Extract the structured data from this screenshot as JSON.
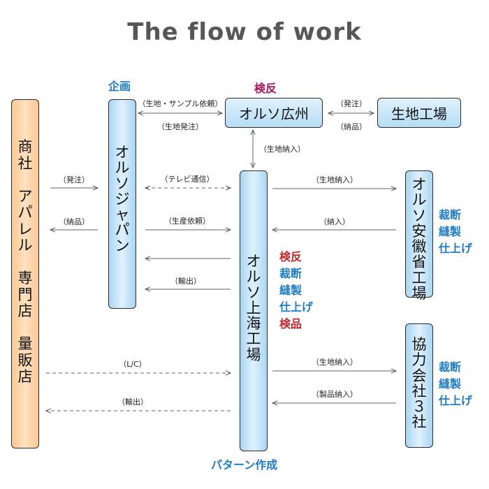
{
  "title": "The flow of work",
  "headers": {
    "planning": "企画",
    "inspection": "検反",
    "pattern": "パターン作成"
  },
  "colors": {
    "planning": "#1f7cc2",
    "inspection": "#a4135b",
    "pattern": "#1f7cc2",
    "task_red": "#c0282e",
    "task_blue": "#1f7cc2"
  },
  "boxes": {
    "left": [
      "商",
      "社",
      "",
      "ア",
      "パ",
      "レ",
      "ル",
      "",
      "専",
      "門",
      "店",
      "",
      "量",
      "販",
      "店"
    ],
    "japan": [
      "オ",
      "ル",
      "ソ",
      "ジ",
      "ャ",
      "パ",
      "ン"
    ],
    "guangzhou": "オルソ広州",
    "fabric_factory": "生地工場",
    "shanghai": [
      "オ",
      "ル",
      "ソ",
      "上",
      "海",
      "工",
      "場"
    ],
    "anhui": [
      "オ",
      "ル",
      "ソ",
      "安",
      "徽",
      "省",
      "工",
      "場"
    ],
    "partners": [
      "協",
      "力",
      "会",
      "社",
      "３",
      "社"
    ]
  },
  "labels": {
    "fabric_sample_request": "（生地・サンプル依頼）",
    "fabric_order": "（生地発注）",
    "order_gz": "（発注）",
    "delivery_gz": "（納品）",
    "fabric_delivery_gz": "（生地納入）",
    "left_order": "（発注）",
    "left_delivery": "（納品）",
    "tv_call": "（テレビ通信）",
    "production_request": "（生産依頼）",
    "export_sh": "（輸出）",
    "lc": "（L/C）",
    "export_long": "（輸出）",
    "fabric_delivery_anhui": "（生地納入）",
    "delivery_anhui": "（納入）",
    "fabric_delivery_partners": "（生地納入）",
    "product_delivery": "（製品納入）"
  },
  "tasks": {
    "shanghai": [
      "検反",
      "裁断",
      "縫製",
      "仕上げ",
      "検品"
    ],
    "anhui": [
      "裁断",
      "縫製",
      "仕上げ"
    ],
    "partners": [
      "裁断",
      "縫製",
      "仕上げ"
    ]
  }
}
